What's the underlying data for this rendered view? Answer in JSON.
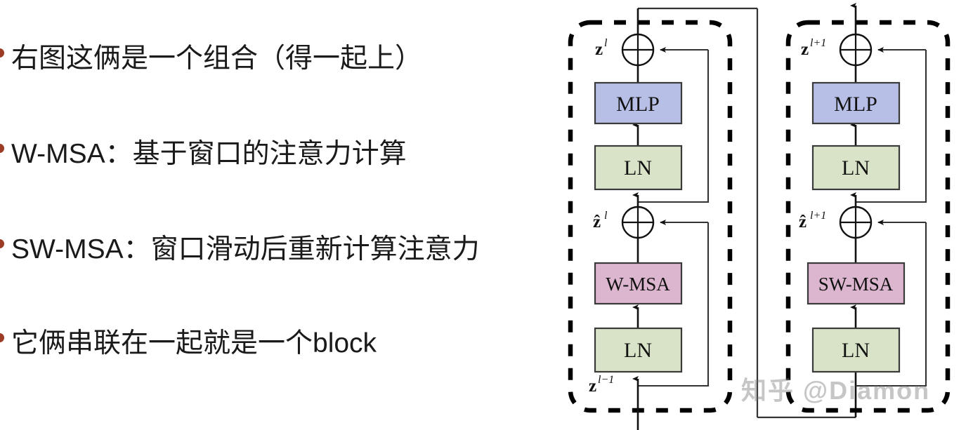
{
  "slide": {
    "bullets": [
      {
        "text": "右图这俩是一个组合（得一起上）"
      },
      {
        "text": "W-MSA：基于窗口的注意力计算"
      },
      {
        "text": "SW-MSA：窗口滑动后重新计算注意力"
      },
      {
        "text": "它俩串联在一起就是一个block"
      }
    ],
    "bullet_color": "#9c3b26",
    "text_color": "#1a1a1a"
  },
  "diagram": {
    "title": "Swin Transformer block pair",
    "colors": {
      "mlp_fill": "#b7bfe6",
      "ln_fill": "#d8e3c8",
      "msa_fill": "#dcb5ce",
      "box_stroke": "#3a3a3a",
      "line": "#1a1a1a",
      "dashed_border": "#000000"
    },
    "blocks": [
      {
        "name": "block-l",
        "nodes": [
          {
            "id": "ln1",
            "label": "LN",
            "type": "ln"
          },
          {
            "id": "wmsa",
            "label": "W-MSA",
            "type": "msa"
          },
          {
            "id": "add1",
            "label": "⊕",
            "type": "add"
          },
          {
            "id": "ln2",
            "label": "LN",
            "type": "ln"
          },
          {
            "id": "mlp",
            "label": "MLP",
            "type": "mlp"
          },
          {
            "id": "add2",
            "label": "⊕",
            "type": "add"
          }
        ],
        "labels": {
          "input": "z",
          "input_sup": "l−1",
          "mid": "ẑ",
          "mid_sup": "l",
          "output": "z",
          "output_sup": "l"
        }
      },
      {
        "name": "block-l-plus-1",
        "nodes": [
          {
            "id": "ln3",
            "label": "LN",
            "type": "ln"
          },
          {
            "id": "swmsa",
            "label": "SW-MSA",
            "type": "msa"
          },
          {
            "id": "add3",
            "label": "⊕",
            "type": "add"
          },
          {
            "id": "ln4",
            "label": "LN",
            "type": "ln"
          },
          {
            "id": "mlp2",
            "label": "MLP",
            "type": "mlp"
          },
          {
            "id": "add4",
            "label": "⊕",
            "type": "add"
          }
        ],
        "labels": {
          "mid": "ẑ",
          "mid_sup": "l+1",
          "output": "z",
          "output_sup": "l+1"
        }
      }
    ]
  },
  "watermark": {
    "text": "知乎 @Diamon"
  }
}
